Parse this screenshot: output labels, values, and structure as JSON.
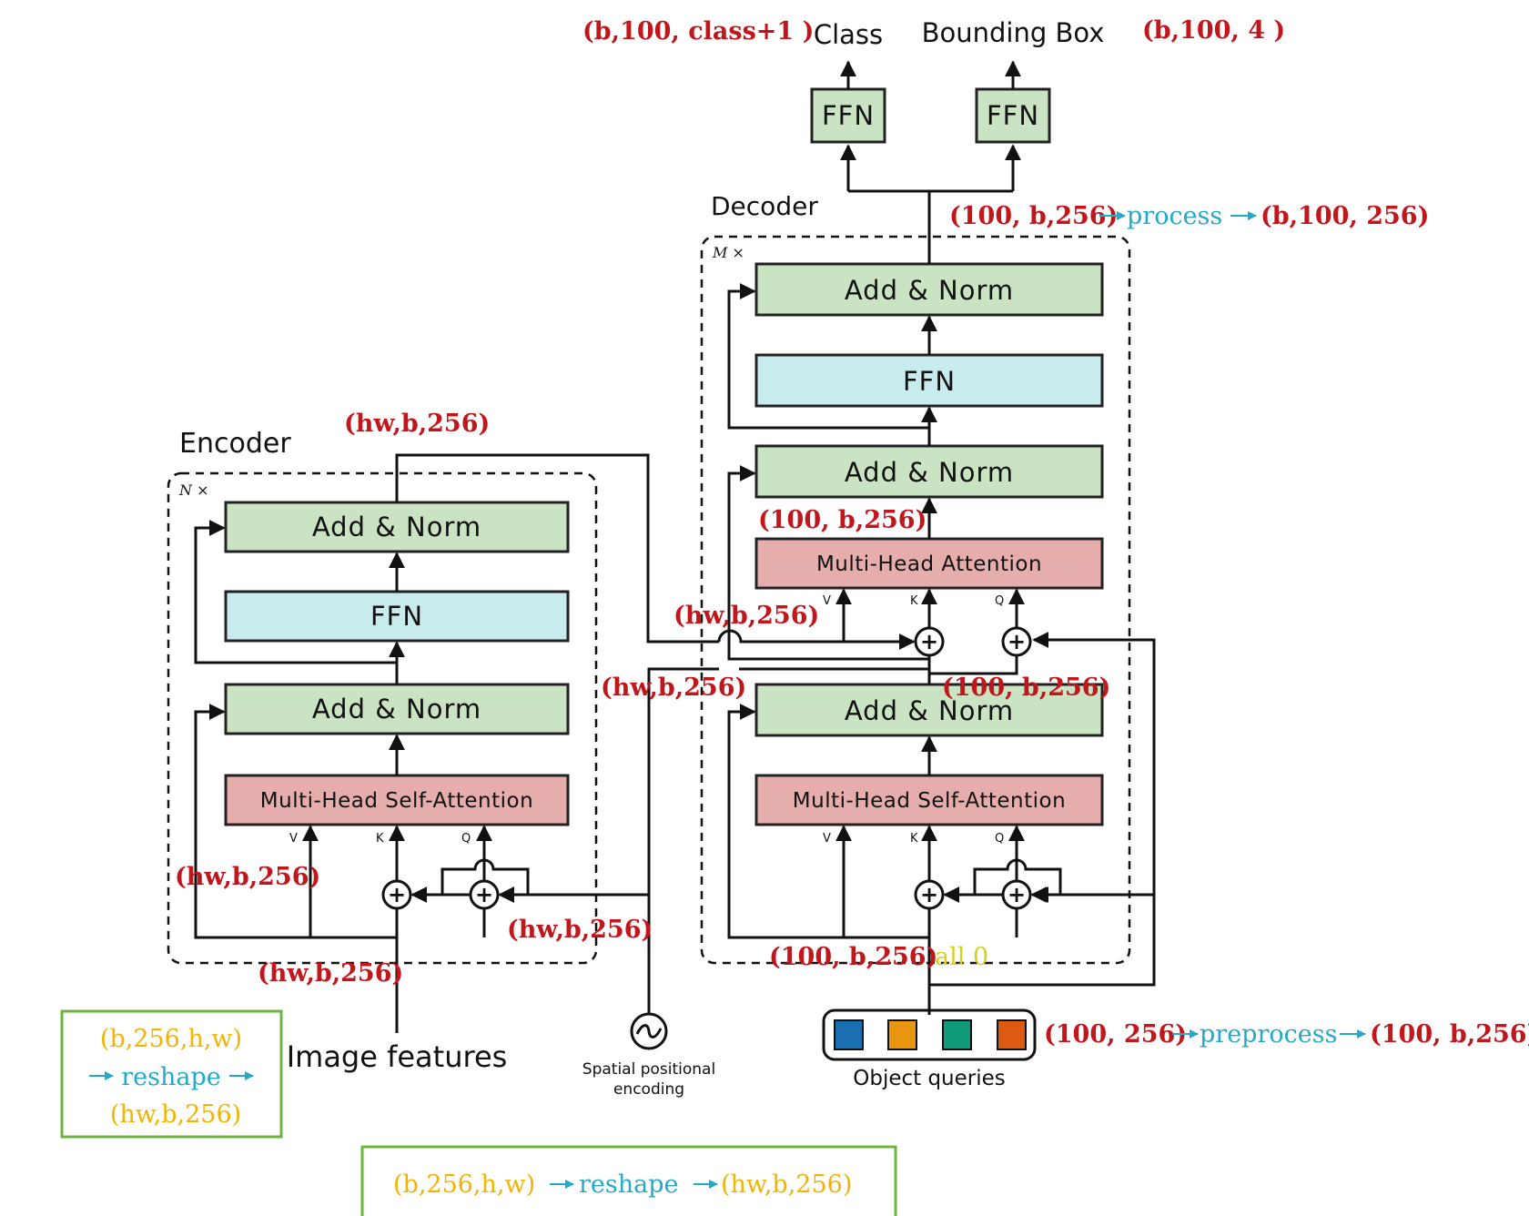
{
  "encoder": {
    "title": "Encoder",
    "repeat": "N ×",
    "add_norm_top": "Add & Norm",
    "ffn": "FFN",
    "add_norm_bottom": "Add & Norm",
    "mhsa": "Multi-Head Self-Attention",
    "v": "V",
    "k": "K",
    "q": "Q"
  },
  "decoder": {
    "title": "Decoder",
    "repeat": "M ×",
    "add_norm_top": "Add & Norm",
    "ffn": "FFN",
    "add_norm_mid": "Add & Norm",
    "mha": "Multi-Head Attention",
    "add_norm_bottom": "Add & Norm",
    "mhsa": "Multi-Head Self-Attention",
    "v1": "V",
    "k1": "K",
    "q1": "Q",
    "v2": "V",
    "k2": "K",
    "q2": "Q"
  },
  "heads": {
    "ffn_class": "FFN",
    "ffn_bbox": "FFN",
    "class_label": "Class",
    "bbox_label": "Bounding Box",
    "class_dim": "(b,100, class+1 )",
    "bbox_dim": "(b,100, 4 )"
  },
  "inputs": {
    "image_features": "Image features",
    "spatial_line1": "Spatial positional",
    "spatial_line2": "encoding",
    "object_queries": "Object queries"
  },
  "annotations": {
    "decoder_out_dim": "(100, b,256)",
    "decoder_out_process": "process",
    "decoder_out_result": "(b,100, 256)",
    "encoder_out_dim": "(hw,b,256)",
    "enc_v_dim": "(hw,b,256)",
    "enc_pos_dim": "(hw,b,256)",
    "enc_in_dim": "(hw,b,256)",
    "mem_dim": "(hw,b,256)",
    "pos_dim2": "(hw,b,256)",
    "mha_out_dim": "(100, b,256)",
    "dec_addnorm_dim": "(100, b,256)",
    "dec_in_dim": "(100, b,256)",
    "dec_in_note": "all 0",
    "query_dim": "(100, 256)",
    "query_process": "preprocess",
    "query_result": "(100, b,256)"
  },
  "reshape_box_small": {
    "line1": "(b,256,h,w)",
    "line2": "reshape",
    "line3": "(hw,b,256)"
  },
  "reshape_box_wide": {
    "from": "(b,256,h,w)",
    "op": "reshape",
    "to": "(hw,b,256)"
  },
  "colors": {
    "green": "#c9e3c3",
    "blue": "#c8ecee",
    "red": "#e6adad",
    "dim_red": "#c0161c",
    "process_cyan": "#25a9c9",
    "yellow": "#f2b400",
    "query_colors": [
      "#1a6fb0",
      "#e8960f",
      "#0f9a78",
      "#de5a10"
    ]
  }
}
